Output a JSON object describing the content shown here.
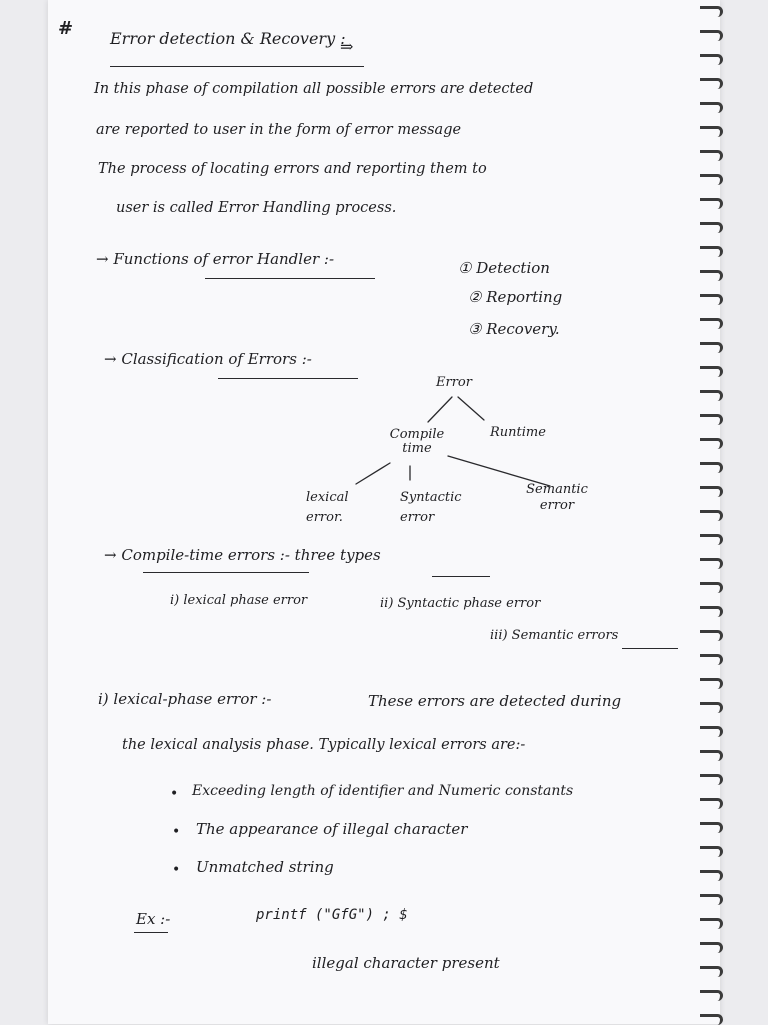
{
  "heading": {
    "marker": "#",
    "title": "Error detection & Recovery :",
    "arrow": "⇒"
  },
  "intro": [
    "In this phase of compilation all possible errors are detected",
    "are reported to user in the form of error message",
    "The process of locating errors and reporting them to",
    "user is called Error Handling process."
  ],
  "functions": {
    "label": "→ Functions of error Handler :-",
    "items": [
      "① Detection",
      "② Reporting",
      "③ Recovery."
    ]
  },
  "classification": {
    "label": "→ Classification of Errors :-",
    "root": "Error",
    "compile_time": "Compile time",
    "runtime": "Runtime",
    "leaves": [
      "lexical error.",
      "Syntactic error",
      "Semantic error"
    ]
  },
  "compile_time_errors": {
    "label": "→ Compile-time errors :- three types",
    "types": [
      "i) lexical phase error",
      "ii) Syntactic phase error",
      "iii) Semantic errors"
    ]
  },
  "lexical": {
    "label": "i) lexical-phase error :-",
    "line1": "These errors are detected during",
    "line2": "the lexical analysis phase. Typically lexical errors are:-",
    "bullets": [
      "Exceeding length of identifier and Numeric constants",
      "The appearance of illegal character",
      "Unmatched string"
    ],
    "example_label": "Ex :-",
    "example_code": "printf (\"GfG\") ; $",
    "example_note": "illegal character present"
  }
}
